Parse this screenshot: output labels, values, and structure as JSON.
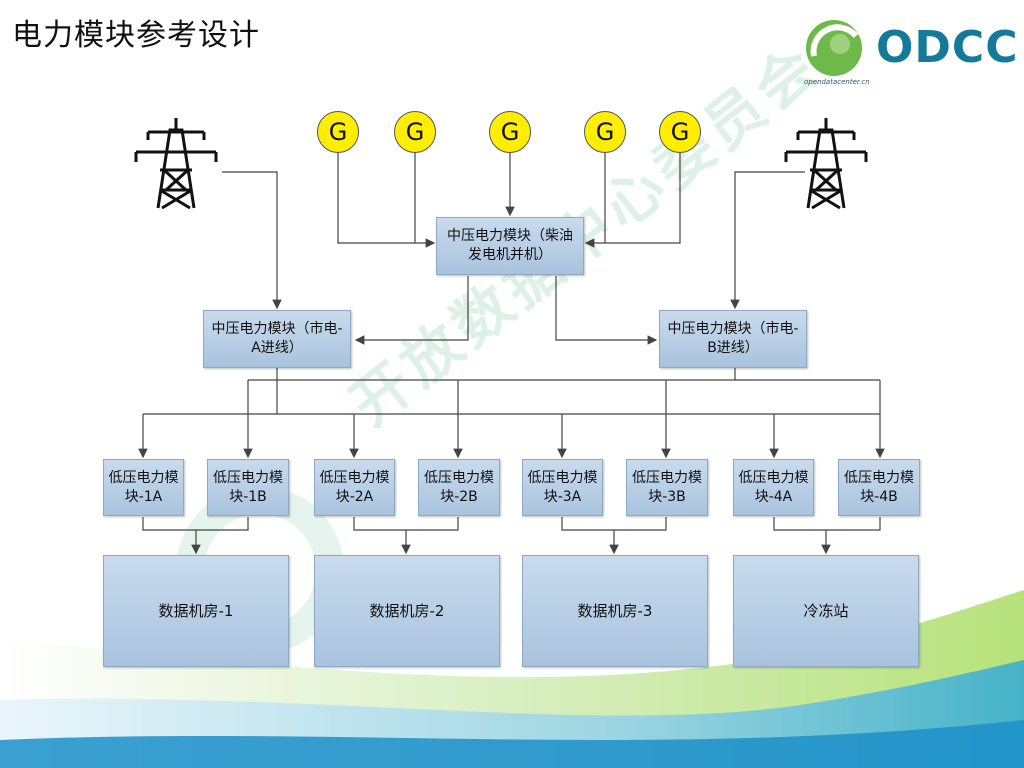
{
  "slide": {
    "title": "电力模块参考设计",
    "logo": {
      "text": "ODCC",
      "url": "opendatacenter.cn"
    },
    "watermark": "开放数据中心委员会"
  },
  "generators": [
    {
      "label": "G"
    },
    {
      "label": "G"
    },
    {
      "label": "G"
    },
    {
      "label": "G"
    },
    {
      "label": "G"
    }
  ],
  "mv_modules": {
    "diesel": "中压电力模块（柴油发电机并机）",
    "grid_a": "中压电力模块（市电-A进线）",
    "grid_b": "中压电力模块（市电-B进线）"
  },
  "lv_modules": [
    {
      "label": "低压电力模块-1A"
    },
    {
      "label": "低压电力模块-1B"
    },
    {
      "label": "低压电力模块-2A"
    },
    {
      "label": "低压电力模块-2B"
    },
    {
      "label": "低压电力模块-3A"
    },
    {
      "label": "低压电力模块-3B"
    },
    {
      "label": "低压电力模块-4A"
    },
    {
      "label": "低压电力模块-4B"
    }
  ],
  "rooms": [
    {
      "label": "数据机房-1"
    },
    {
      "label": "数据机房-2"
    },
    {
      "label": "数据机房-3"
    },
    {
      "label": "冷冻站"
    }
  ]
}
